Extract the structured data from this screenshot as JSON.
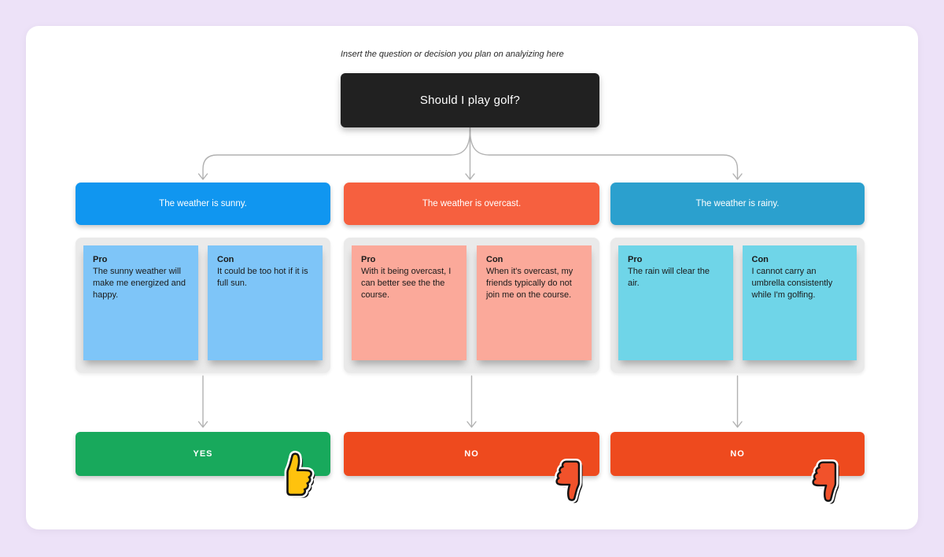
{
  "board": {
    "instruction": "Insert the question or decision you plan on analyizing here",
    "question": "Should I play golf?"
  },
  "branches": [
    {
      "condition": "The weather is sunny.",
      "header_color": "#1096F0",
      "note_color": "#7EC5F8",
      "pro": {
        "label": "Pro",
        "text": "The sunny weather will make me energized and happy."
      },
      "con": {
        "label": "Con",
        "text": "It could be too hot if it is full sun."
      },
      "decision": {
        "label": "YES",
        "color": "#18A95C"
      },
      "sticker": {
        "icon": "thumbs-up",
        "color": "#FFC20D"
      }
    },
    {
      "condition": "The weather is overcast.",
      "header_color": "#F6603F",
      "note_color": "#FBA99A",
      "pro": {
        "label": "Pro",
        "text": "With it being overcast, I can better see the the course."
      },
      "con": {
        "label": "Con",
        "text": "When it's overcast, my friends typically do not join me on the course."
      },
      "decision": {
        "label": "NO",
        "color": "#EE4A1E"
      },
      "sticker": {
        "icon": "thumbs-down",
        "color": "#F1522B"
      }
    },
    {
      "condition": "The weather is rainy.",
      "header_color": "#2BA0CE",
      "note_color": "#6FD5E8",
      "pro": {
        "label": "Pro",
        "text": "The rain will clear the air."
      },
      "con": {
        "label": "Con",
        "text": "I cannot carry an umbrella consistently while I'm golfing."
      },
      "decision": {
        "label": "NO",
        "color": "#EE4A1E"
      },
      "sticker": {
        "icon": "thumbs-down",
        "color": "#F1522B"
      }
    }
  ],
  "colors": {
    "page_background": "#EDE2F8",
    "canvas_background": "#FFFFFF",
    "question_box": "#212121",
    "pros_cons_container": "#EAEAEA",
    "connector": "#B1B1B1"
  }
}
